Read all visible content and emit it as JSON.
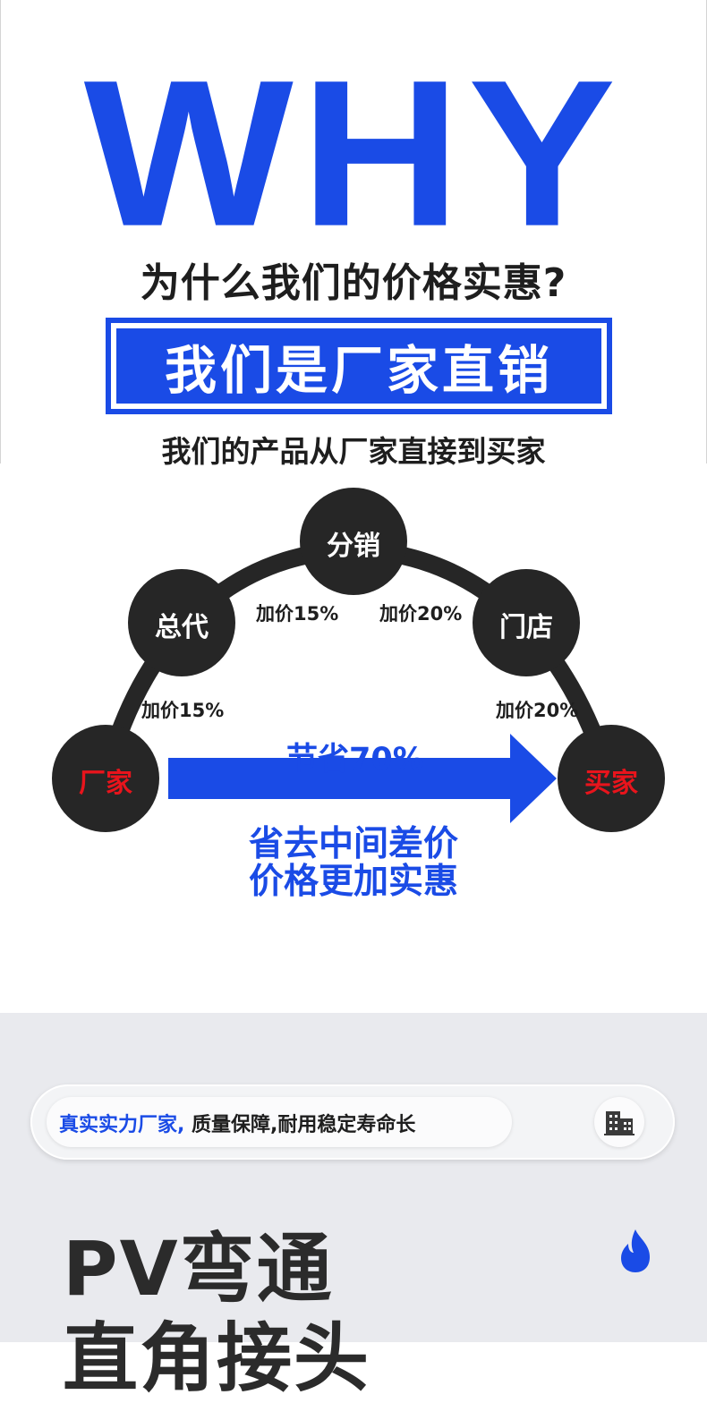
{
  "header": {
    "big_word": "WHY",
    "question": "为什么我们的价格实惠?",
    "banner": "我们是厂家直销",
    "subline": "我们的产品从厂家直接到买家"
  },
  "diagram": {
    "nodes": {
      "factory": "厂家",
      "general_agent": "总代",
      "distribution": "分销",
      "store": "门店",
      "buyer": "买家"
    },
    "markups": {
      "factory_to_general": "加价15%",
      "general_to_distribution": "加价15%",
      "distribution_to_store": "加价20%",
      "store_to_buyer": "加价20%"
    },
    "savings": "节省70%",
    "slogan_line1": "省去中间差价",
    "slogan_line2": "价格更加实惠"
  },
  "colors": {
    "brand_blue": "#1a4be6",
    "node_dark": "#262626",
    "node_red_text": "#e8141c"
  },
  "feature_pill": {
    "text_blue": "真实实力厂家,",
    "text_dark": "质量保障,耐用稳定寿命长",
    "icon": "building-icon"
  },
  "product": {
    "title_line1": "PV弯通",
    "title_line2": "直角接头",
    "icon": "flame-icon"
  }
}
